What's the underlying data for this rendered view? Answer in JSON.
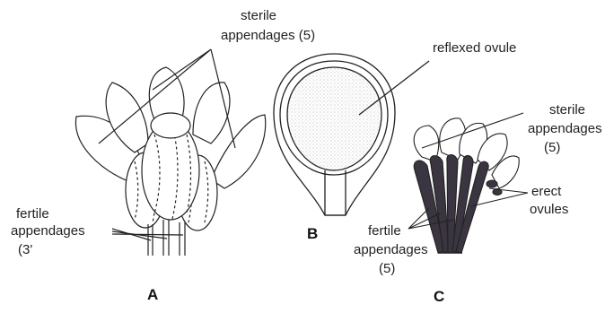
{
  "labels": {
    "a_sterile_line1": "sterile",
    "a_sterile_line2": "appendages (5)",
    "a_fertile_line1": "fertile",
    "a_fertile_line2": "appendages",
    "a_fertile_line3": "(3'",
    "b_ovule": "reflexed ovule",
    "c_sterile_line1": "sterile",
    "c_sterile_line2": "appendages",
    "c_sterile_line3": "(5)",
    "c_erect_line1": "erect",
    "c_erect_line2": "ovules",
    "c_fertile_line1": "fertile",
    "c_fertile_line2": "appendages",
    "c_fertile_line3": "(5)"
  },
  "panels": {
    "a": "A",
    "b": "B",
    "c": "C"
  },
  "colors": {
    "ink": "#222222",
    "stipple": "#b8b8c0",
    "dark": "#3a3540"
  }
}
